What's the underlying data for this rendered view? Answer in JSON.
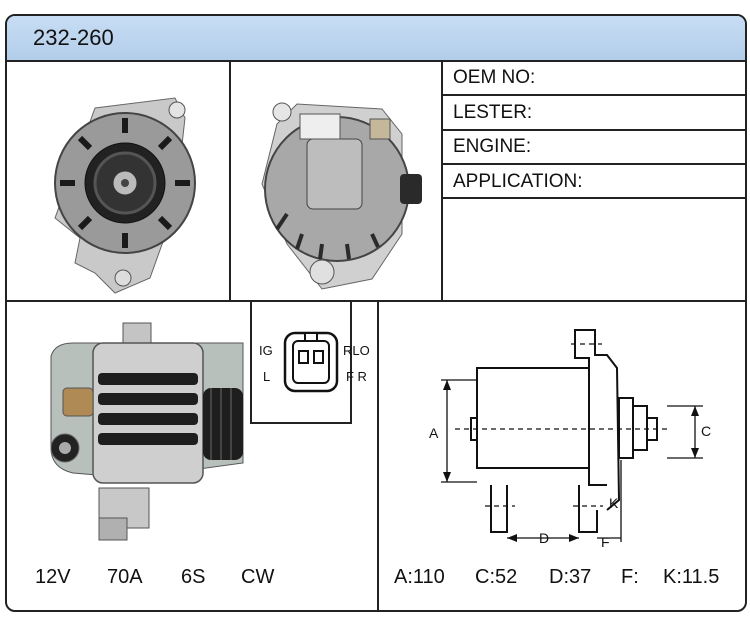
{
  "header": {
    "part_number": "232-260"
  },
  "info": {
    "oem_label": "OEM NO:",
    "lester_label": "LESTER:",
    "engine_label": "ENGINE:",
    "application_label": "APPLICATION:"
  },
  "connector": {
    "ig": "IG",
    "l": "L",
    "rlo": "RLO",
    "fr": "F R"
  },
  "dimension_labels": {
    "a": "A",
    "c": "C",
    "d": "D",
    "f": "F",
    "k": "K"
  },
  "specs": {
    "voltage": "12V",
    "amperage": "70A",
    "pulley": "6S",
    "rotation": "CW"
  },
  "dimensions": {
    "a": "A:110",
    "c": "C:52",
    "d": "D:37",
    "f": "F:",
    "k": "K:11.5"
  },
  "colors": {
    "header_bg": "#b9d2ee",
    "border": "#222222"
  }
}
